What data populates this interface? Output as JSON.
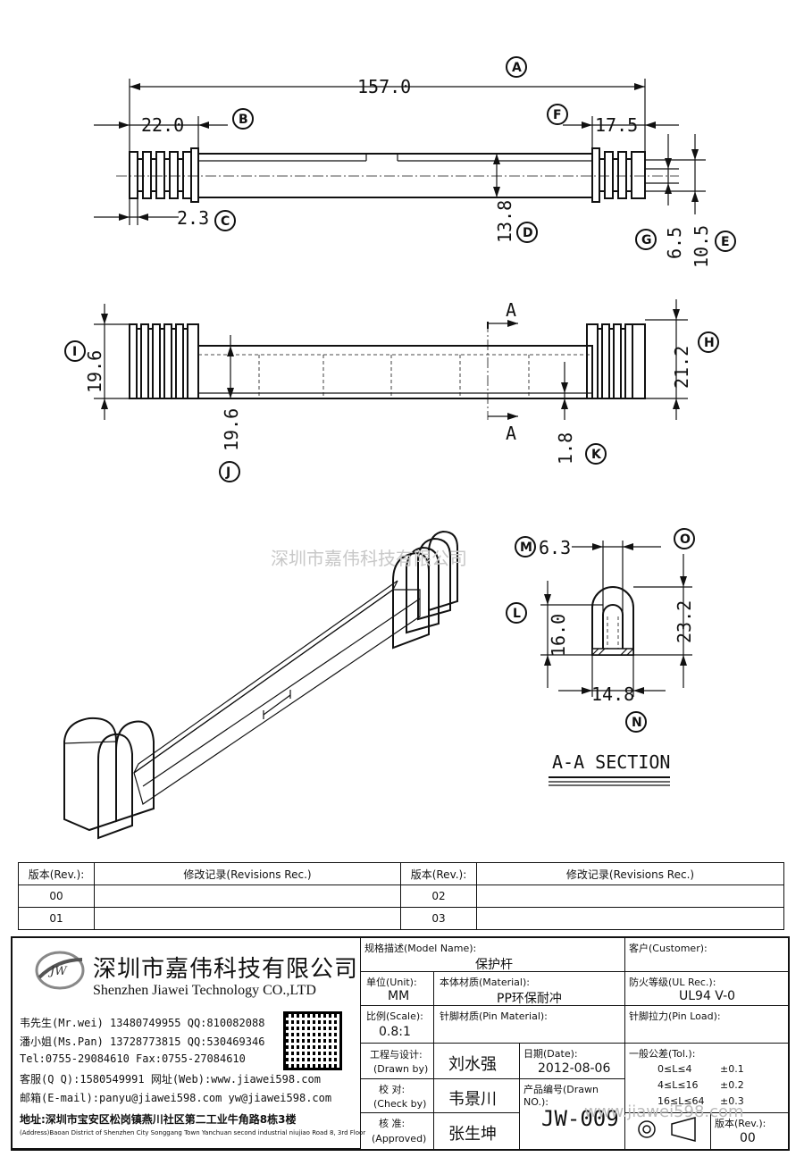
{
  "dimensions": {
    "A": "157.0",
    "B": "22.0",
    "C": "2.3",
    "D": "13.8",
    "E": "10.5",
    "F": "17.5",
    "G": "6.5",
    "H": "21.2",
    "I": "19.6",
    "J": "19.6",
    "K": "1.8",
    "L": "16.0",
    "M": "6.3",
    "N": "14.8",
    "O": "23.2"
  },
  "markers": [
    "A",
    "B",
    "C",
    "D",
    "E",
    "F",
    "G",
    "H",
    "I",
    "J",
    "K",
    "L",
    "M",
    "N",
    "O"
  ],
  "section_mark": "A",
  "section_title": "A-A SECTION",
  "watermark": "深圳市嘉伟科技有限公司",
  "watermark_url": "www.jiawei598.com",
  "revisions": {
    "header_rev": "版本(Rev.):",
    "header_rec": "修改记录(Revisions Rec.)",
    "rows": [
      [
        "00",
        "",
        "02",
        ""
      ],
      [
        "01",
        "",
        "03",
        ""
      ]
    ]
  },
  "company": {
    "logo": "JW",
    "name_cn": "深圳市嘉伟科技有限公司",
    "name_en": "Shenzhen Jiawei Technology CO.,LTD",
    "contacts": [
      "韦先生(Mr.wei) 13480749955 QQ:810082088",
      "潘小姐(Ms.Pan) 13728773815 QQ:530469346",
      "Tel:0755-29084610       Fax:0755-27084610",
      "客服(Q Q):1580549991   网址(Web):www.jiawei598.com",
      "邮箱(E-mail):panyu@jiawei598.com  yw@jiawei598.com"
    ],
    "address_cn": "地址:深圳市宝安区松岗镇燕川社区第二工业牛角路8栋3楼",
    "address_en": "(Address)Baoan District of Shenzhen City Songgang Town Yanchuan  second industrial niujiao Road 8, 3rd Floor"
  },
  "title_block": {
    "model_label": "规格描述(Model Name):",
    "model_value": "保护杆",
    "customer_label": "客户(Customer):",
    "unit_label": "单位(Unit):",
    "unit_value": "MM",
    "material_label": "本体材质(Material):",
    "material_value": "PP环保耐冲",
    "ul_label": "防火等级(UL Rec.):",
    "ul_value": "UL94 V-0",
    "scale_label": "比例(Scale):",
    "scale_value": "0.8:1",
    "pin_material_label": "针脚材质(Pin Material):",
    "pin_load_label": "针脚拉力(Pin Load):",
    "drawn_label": "工程与设计:",
    "drawn_label_en": "(Drawn by)",
    "drawn_value": "刘水强",
    "check_label": "校 对:",
    "check_label_en": "(Check by)",
    "check_value": "韦景川",
    "approved_label": "核 准:",
    "approved_label_en": "(Approved)",
    "approved_value": "张生坤",
    "date_label": "日期(Date):",
    "date_value": "2012-08-06",
    "drawing_no_label": "产品编号(Drawn NO.):",
    "drawing_no_value": "JW-009",
    "tol_label": "一般公差(Tol.):",
    "tol_rows": [
      [
        "0≤L≤4",
        "±0.1"
      ],
      [
        "4≤L≤16",
        "±0.2"
      ],
      [
        "16≤L≤64",
        "±0.3"
      ]
    ],
    "rev_label": "版本(Rev.):",
    "rev_value": "00"
  }
}
